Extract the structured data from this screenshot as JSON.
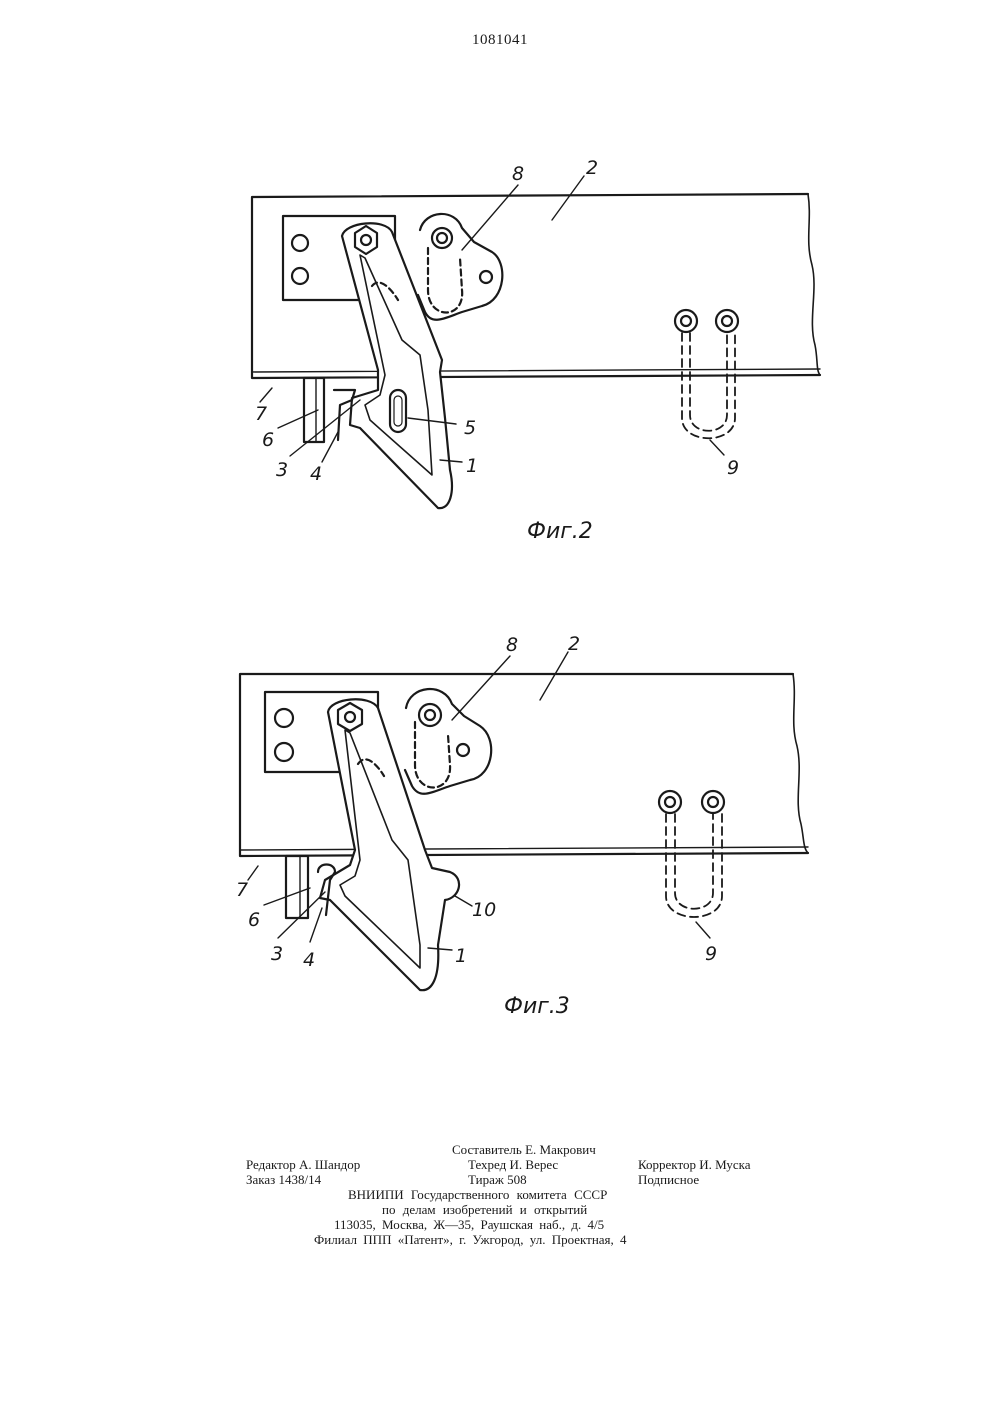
{
  "header": {
    "patent_number": "1081041"
  },
  "figure2": {
    "caption": "Фиг.2",
    "labels": {
      "l1": "1",
      "l2": "2",
      "l3": "3",
      "l4": "4",
      "l5": "5",
      "l6": "6",
      "l7": "7",
      "l8": "8",
      "l9": "9"
    }
  },
  "figure3": {
    "caption": "Фиг.3",
    "labels": {
      "l1": "1",
      "l2": "2",
      "l3": "3",
      "l4": "4",
      "l6": "6",
      "l7": "7",
      "l8": "8",
      "l9": "9",
      "l10": "10"
    }
  },
  "imprint": {
    "compiler": "Составитель Е. Макрович",
    "editor": "Редактор А. Шандор",
    "techred": "Техред И. Верес",
    "corrector": "Корректор И. Муска",
    "order": "Заказ 1438/14",
    "circulation": "Тираж 508",
    "subscription": "Подписное",
    "org_line1": "ВНИИПИ Государственного комитета СССР",
    "org_line2": "по делам изобретений и открытий",
    "address": "113035, Москва, Ж—35, Раушская наб., д. 4/5",
    "branch": "Филиал ППП «Патент», г. Ужгород, ул. Проектная, 4"
  }
}
